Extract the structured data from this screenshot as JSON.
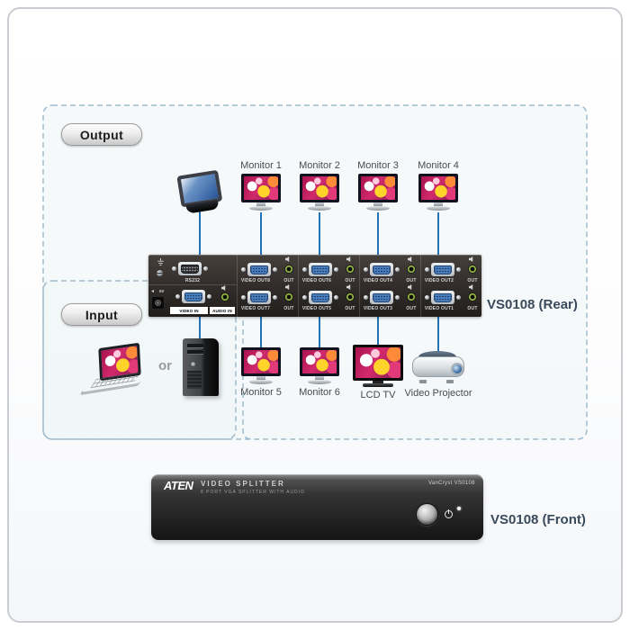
{
  "page": {
    "background": "#ffffff",
    "frame_border": "#c9cdd1"
  },
  "colors": {
    "dashed_border": "#9fbccd",
    "connection_line": "#2273b8",
    "section_fill": "#eef3f6",
    "device_label": "#394a5c",
    "vga_blue": "#4a82c4",
    "audio_green": "#a3c54b",
    "panel_body": "#342f2c"
  },
  "sections": {
    "output": {
      "label": "Output"
    },
    "input": {
      "label": "Input",
      "or_label": "or"
    }
  },
  "rear_panel": {
    "device_label": "VS0108 (Rear)",
    "rs232_label": "RS232",
    "power_label": "5V",
    "video_in_label": "VIDEO IN",
    "audio_in_label": "AUDIO IN",
    "audio_out_label": "OUT",
    "columns": [
      {
        "top": "VIDEO OUT8",
        "bottom": "VIDEO OUT7"
      },
      {
        "top": "VIDEO OUT6",
        "bottom": "VIDEO OUT5"
      },
      {
        "top": "VIDEO OUT4",
        "bottom": "VIDEO OUT3"
      },
      {
        "top": "VIDEO OUT2",
        "bottom": "VIDEO OUT1"
      }
    ]
  },
  "front_panel": {
    "device_label": "VS0108 (Front)",
    "brand": "ATEN",
    "title": "VIDEO SPLITTER",
    "subtitle": "8 PORT VGA SPLITTER WITH AUDIO",
    "series": "VanCryst VS0108"
  },
  "devices": {
    "top_monitors": [
      "Monitor 1",
      "Monitor 2",
      "Monitor 3",
      "Monitor 4"
    ],
    "bottom_devices": [
      "Monitor 5",
      "Monitor 6",
      "LCD TV",
      "Video Projector"
    ]
  },
  "icons": {
    "speaker": "speaker-icon",
    "ground": "ground-terminal-icon",
    "screw": "screw-icon",
    "power_arrow": "power-arrow-icon",
    "power_symbol": "power-symbol-icon",
    "led": "led-indicator"
  }
}
